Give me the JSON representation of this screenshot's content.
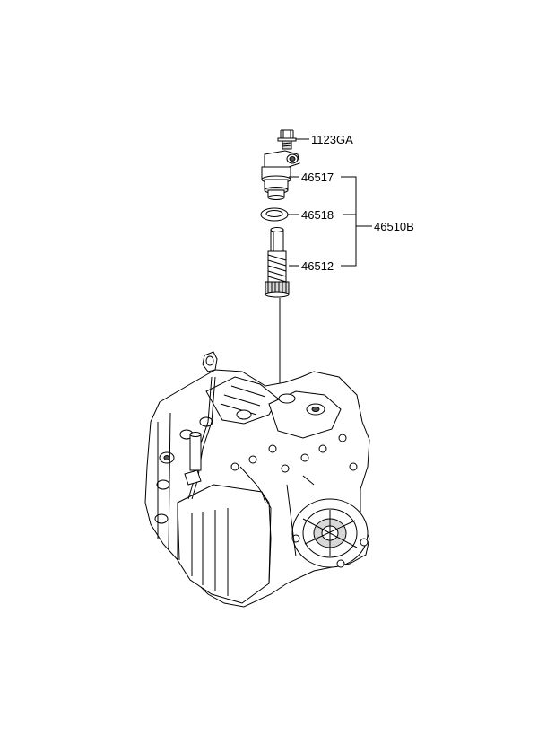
{
  "diagram": {
    "callouts": {
      "bolt": "1123GA",
      "sensor_housing": "46517",
      "o_ring": "46518",
      "driven_gear": "46512",
      "assembly": "46510B"
    }
  }
}
